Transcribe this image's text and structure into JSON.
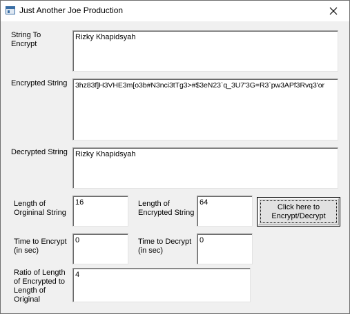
{
  "window": {
    "title": "Just Another Joe Production",
    "close_glyph": "✕"
  },
  "form": {
    "string_to_encrypt_label": "String To\nEncrypt",
    "string_to_encrypt_value": "Rizky Khapidsyah",
    "encrypted_string_label": "Encrypted String",
    "encrypted_string_value": "3hz83f]H3VHE3m[o3b#N3nci3tTg3>#$3eN23`q_3U7'3G=R3`pw3APf3Rvq3'or",
    "decrypted_string_label": "Decrypted String",
    "decrypted_string_value": "Rizky Khapidsyah",
    "length_original_label": "Length of\nOrgininal String",
    "length_original_value": "16",
    "length_encrypted_label": "Length of\nEncrypted String",
    "length_encrypted_value": "64",
    "encrypt_button_label": "Click here to\nEncrypt/Decrypt",
    "time_encrypt_label": "Time to Encrypt\n(in sec)",
    "time_encrypt_value": "0",
    "time_decrypt_label": "Time to Decrypt\n(in sec)",
    "time_decrypt_value": "0",
    "ratio_label": "Ratio of Length\nof Encrypted to\nLength of\nOriginal",
    "ratio_value": "4"
  }
}
